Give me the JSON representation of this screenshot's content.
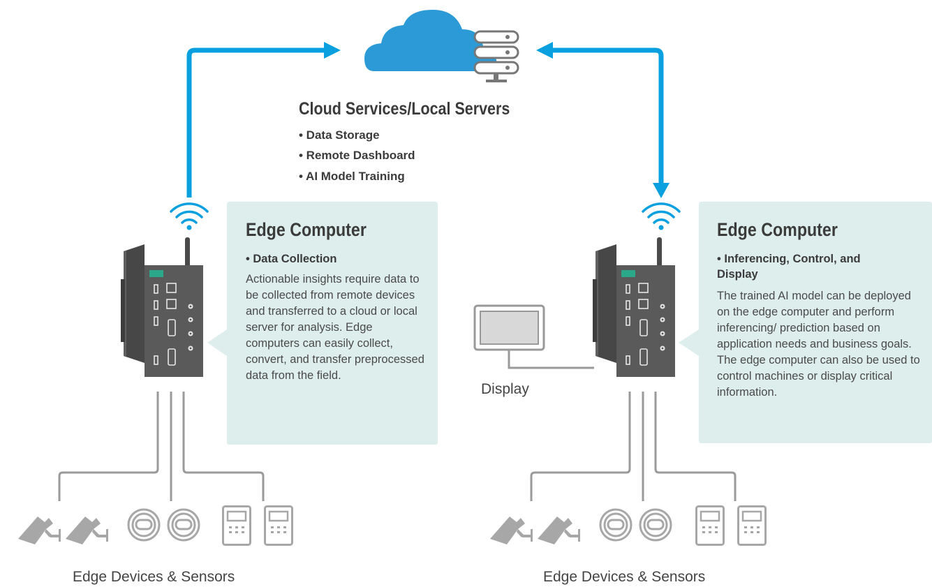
{
  "cloud": {
    "title": "Cloud Services/Local Servers",
    "bullets": [
      "• Data Storage",
      "• Remote Dashboard",
      "• AI Model Training"
    ]
  },
  "left_edge": {
    "title": "Edge Computer",
    "bullet": "• Data Collection",
    "description": "Actionable insights require data to be collected from remote devices and transferred to a cloud or local server for analysis. Edge computers can easily collect, convert, and transfer preprocessed data from the field."
  },
  "right_edge": {
    "title": "Edge Computer",
    "bullet": "• Inferencing, Control, and Display",
    "description": "The trained AI model can be deployed on the edge computer and perform inferencing/ prediction based on application needs and business goals. The edge computer can also be used to control machines or display critical information."
  },
  "display_label": "Display",
  "left_devices_label": "Edge Devices & Sensors",
  "right_devices_label": "Edge Devices & Sensors",
  "colors": {
    "arrow": "#0aa0e0",
    "cloud": "#2b9ad6",
    "box": "#deeeec",
    "device": "#5a5a5a",
    "accent": "#2aa889",
    "cable": "#9a9a9a"
  },
  "icons": [
    "cloud-icon",
    "server-stack-icon",
    "wifi-icon",
    "edge-computer-icon",
    "display-icon",
    "camera-icon",
    "flow-meter-icon",
    "sensor-panel-icon"
  ]
}
